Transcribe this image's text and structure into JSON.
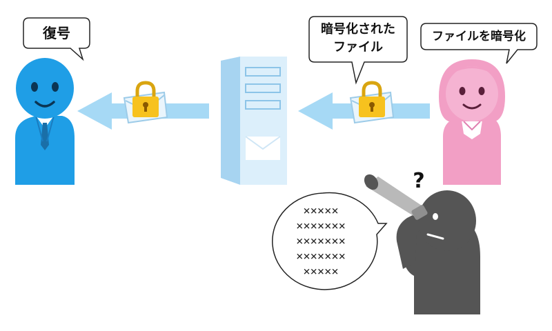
{
  "receiver": {
    "speech": "復号"
  },
  "sender": {
    "speech": "ファイルを暗号化"
  },
  "transit": {
    "speech_line1": "暗号化された",
    "speech_line2": "ファイル"
  },
  "eavesdropper": {
    "question_mark": "?",
    "garbled_lines": [
      "×××××",
      "×××××××",
      "×××××××",
      "×××××××",
      "×××××"
    ]
  },
  "colors": {
    "receiver_blue": "#1f9ee6",
    "sender_pink": "#f29fc5",
    "eavesdropper_gray": "#555555",
    "arrow_blue": "#a6d9f5",
    "server_blue": "#cfe8f8",
    "lock_gold": "#f7c21e"
  }
}
